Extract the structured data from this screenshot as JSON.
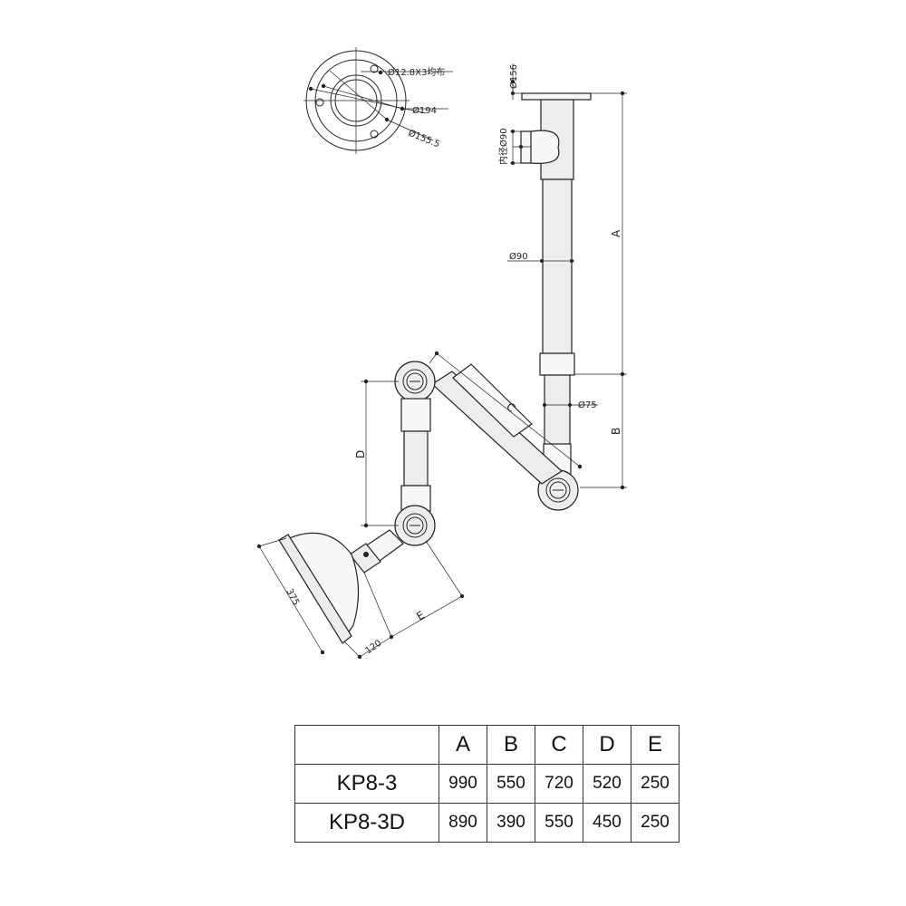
{
  "labels": {
    "hole": "Ø12.8X3均布",
    "d194": "Ø194",
    "d155": "Ø155.5",
    "d156": "Ø156",
    "inner90": "内径Ø90",
    "d90": "Ø90",
    "d75": "Ø75",
    "A": "A",
    "B": "B",
    "C": "C",
    "D": "D",
    "E": "E",
    "d375": "375",
    "d120": "120"
  },
  "table": {
    "headers": [
      "",
      "A",
      "B",
      "C",
      "D",
      "E"
    ],
    "rows": [
      {
        "model": "KP8-3",
        "values": [
          "990",
          "550",
          "720",
          "520",
          "250"
        ]
      },
      {
        "model": "KP8-3D",
        "values": [
          "890",
          "390",
          "550",
          "450",
          "250"
        ]
      }
    ]
  },
  "colors": {
    "line": "#222222",
    "fill": "#ededed",
    "background": "#ffffff"
  }
}
